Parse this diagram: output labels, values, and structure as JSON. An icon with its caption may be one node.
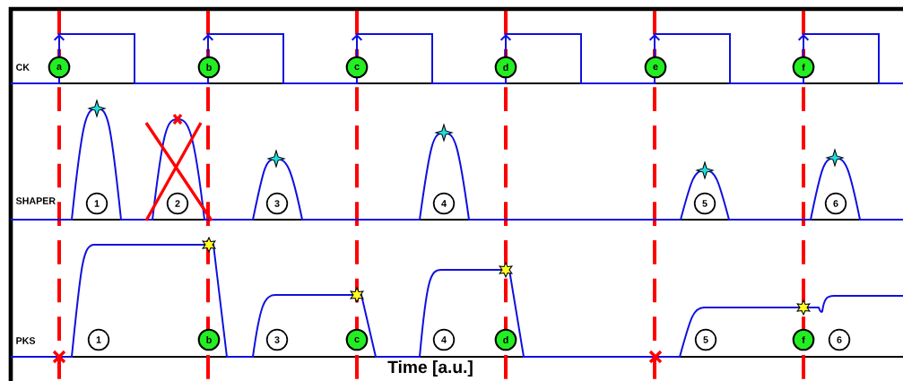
{
  "diagram": {
    "nodes": [
      {
        "text": [
          "a"
        ]
      },
      {
        "text": [
          "b"
        ]
      },
      {
        "text": [
          "c"
        ]
      },
      {
        "text": [
          "d"
        ]
      },
      {
        "text": [
          "e"
        ]
      },
      {
        "text": [
          "f"
        ]
      },
      {
        "text": [
          "1"
        ]
      },
      {
        "text": [
          "2"
        ]
      },
      {
        "text": [
          "3"
        ]
      },
      {
        "text": [
          "4"
        ]
      },
      {
        "text": [
          "5"
        ]
      },
      {
        "text": [
          "6"
        ]
      },
      {
        "text": [
          "1"
        ]
      },
      {
        "text": [
          "b"
        ]
      },
      {
        "text": [
          "3"
        ]
      },
      {
        "text": [
          "c"
        ]
      },
      {
        "text": [
          "4"
        ]
      },
      {
        "text": [
          "d"
        ]
      },
      {
        "text": [
          "5"
        ]
      },
      {
        "text": [
          "f"
        ]
      },
      {
        "text": [
          "6"
        ]
      }
    ],
    "labels": [
      "CK",
      "SHAPER",
      "PKS",
      "Time [a.u.]"
    ]
  }
}
